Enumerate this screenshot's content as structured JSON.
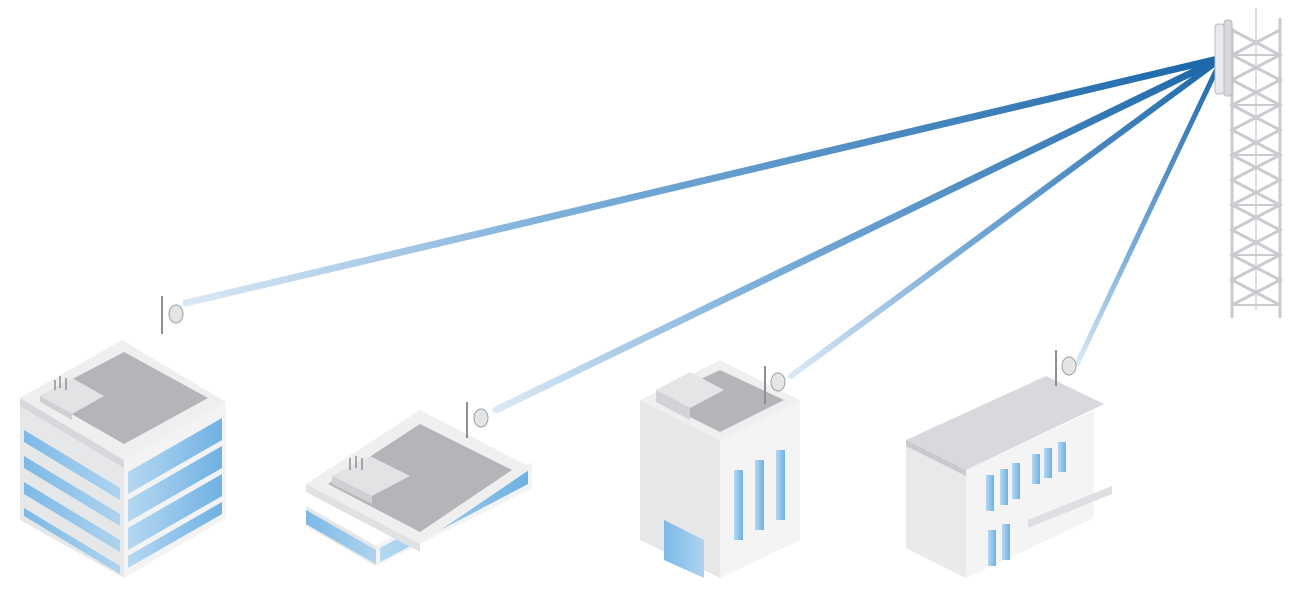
{
  "diagram": {
    "kind": "point-to-multipoint wireless network",
    "base_station": "lattice-tower",
    "colors": {
      "link": "#1a66a8",
      "link_fade": "#dbe9f5",
      "glass": "#8cc3ea",
      "wall_light": "#efeff0",
      "wall_mid": "#d9dadc",
      "wall_dark": "#bfc1c4",
      "roof": "#a9abae",
      "tower": "#c9cbce"
    },
    "clients": [
      {
        "id": "office-tower",
        "type": "multi-storey glass office"
      },
      {
        "id": "low-office",
        "type": "two-storey glass office"
      },
      {
        "id": "townhouse",
        "type": "four-storey building"
      },
      {
        "id": "house",
        "type": "modern house"
      }
    ]
  }
}
